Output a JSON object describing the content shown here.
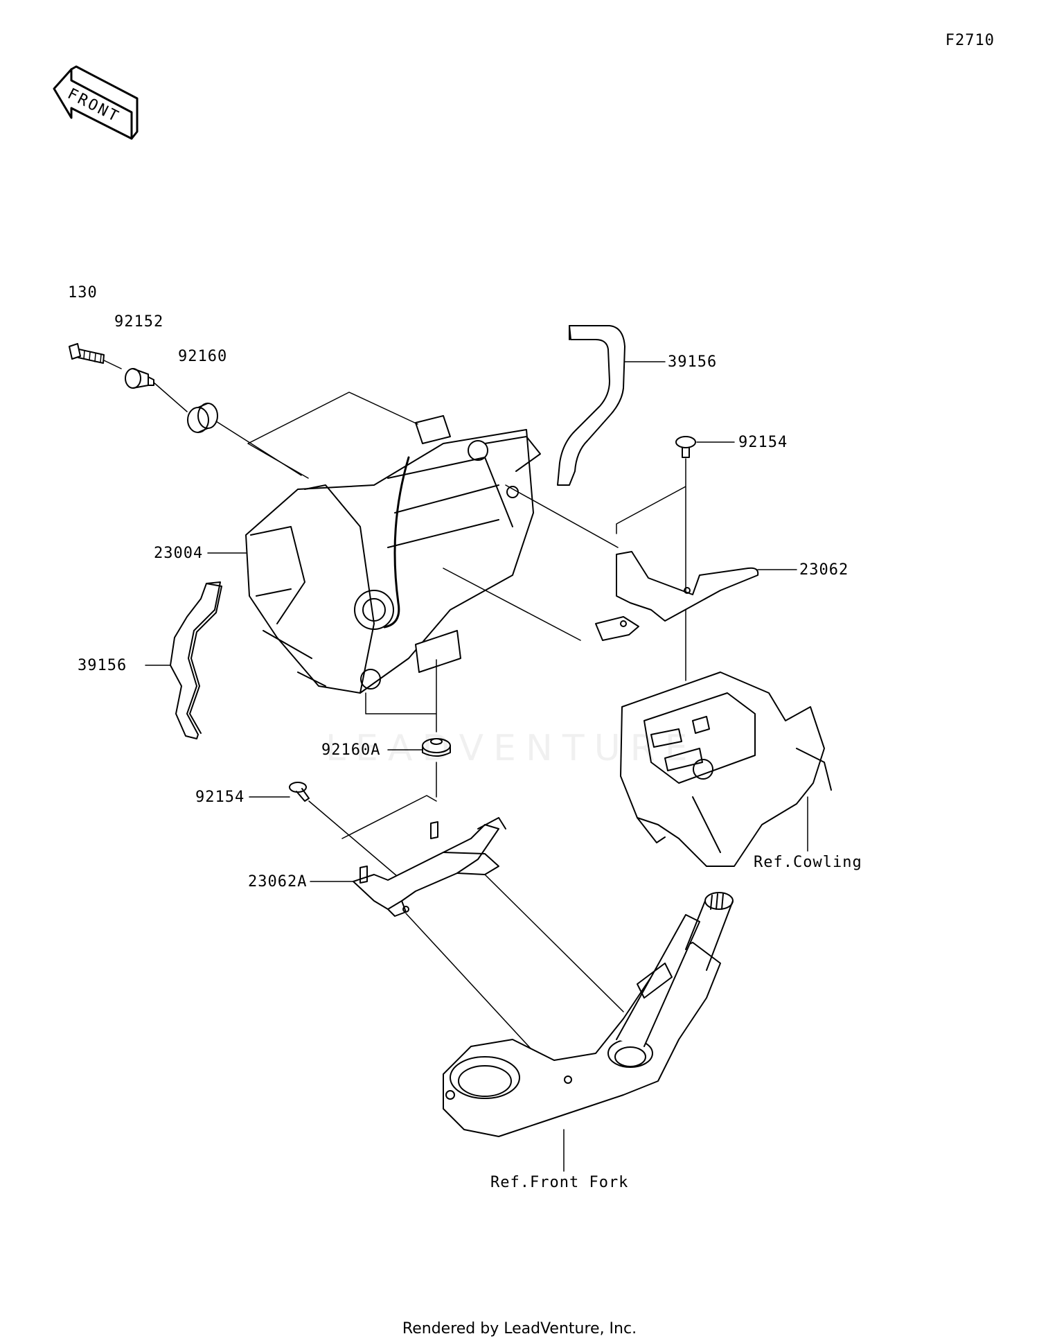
{
  "page_id": "F2710",
  "front_arrow": "FRONT",
  "parts": {
    "p130": "130",
    "p92152": "92152",
    "p92160": "92160",
    "p39156_top": "39156",
    "p92154_top": "92154",
    "p23004": "23004",
    "p23062": "23062",
    "p39156_left": "39156",
    "p92160A": "92160A",
    "p92154_bottom": "92154",
    "p23062A": "23062A"
  },
  "references": {
    "cowling": "Ref.Cowling",
    "front_fork": "Ref.Front Fork"
  },
  "watermark": "LEADVENTURE",
  "footer": "Rendered by LeadVenture, Inc."
}
